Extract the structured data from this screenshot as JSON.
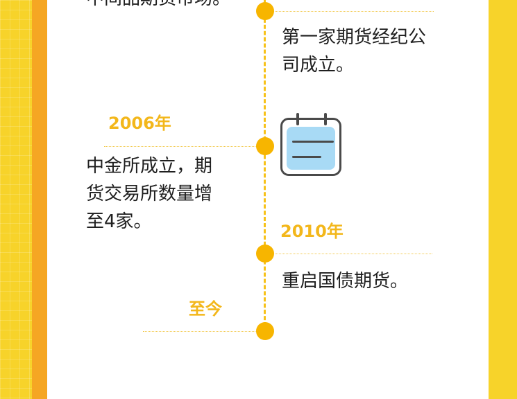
{
  "colors": {
    "background": "#f7d32a",
    "left_stripe": "#f5a623",
    "panel": "#ffffff",
    "accent": "#f3b71b",
    "dot": "#f7b500",
    "text": "#1f1f1f",
    "calendar_fill": "#a8daf5"
  },
  "timeline": {
    "top_partial_text": "中间品期货市场。",
    "entries": [
      {
        "year": "",
        "text_lines": [
          "第一家期货经纪公",
          "司成立。"
        ]
      },
      {
        "year": "2006年",
        "text_lines": [
          "中金所成立，期",
          "货交易所数量增",
          "至4家。"
        ]
      },
      {
        "year": "2010年",
        "text_lines": [
          "重启国债期货。"
        ]
      },
      {
        "year": "至今",
        "text_lines": []
      }
    ]
  },
  "icons": {
    "calendar": "calendar-icon"
  }
}
